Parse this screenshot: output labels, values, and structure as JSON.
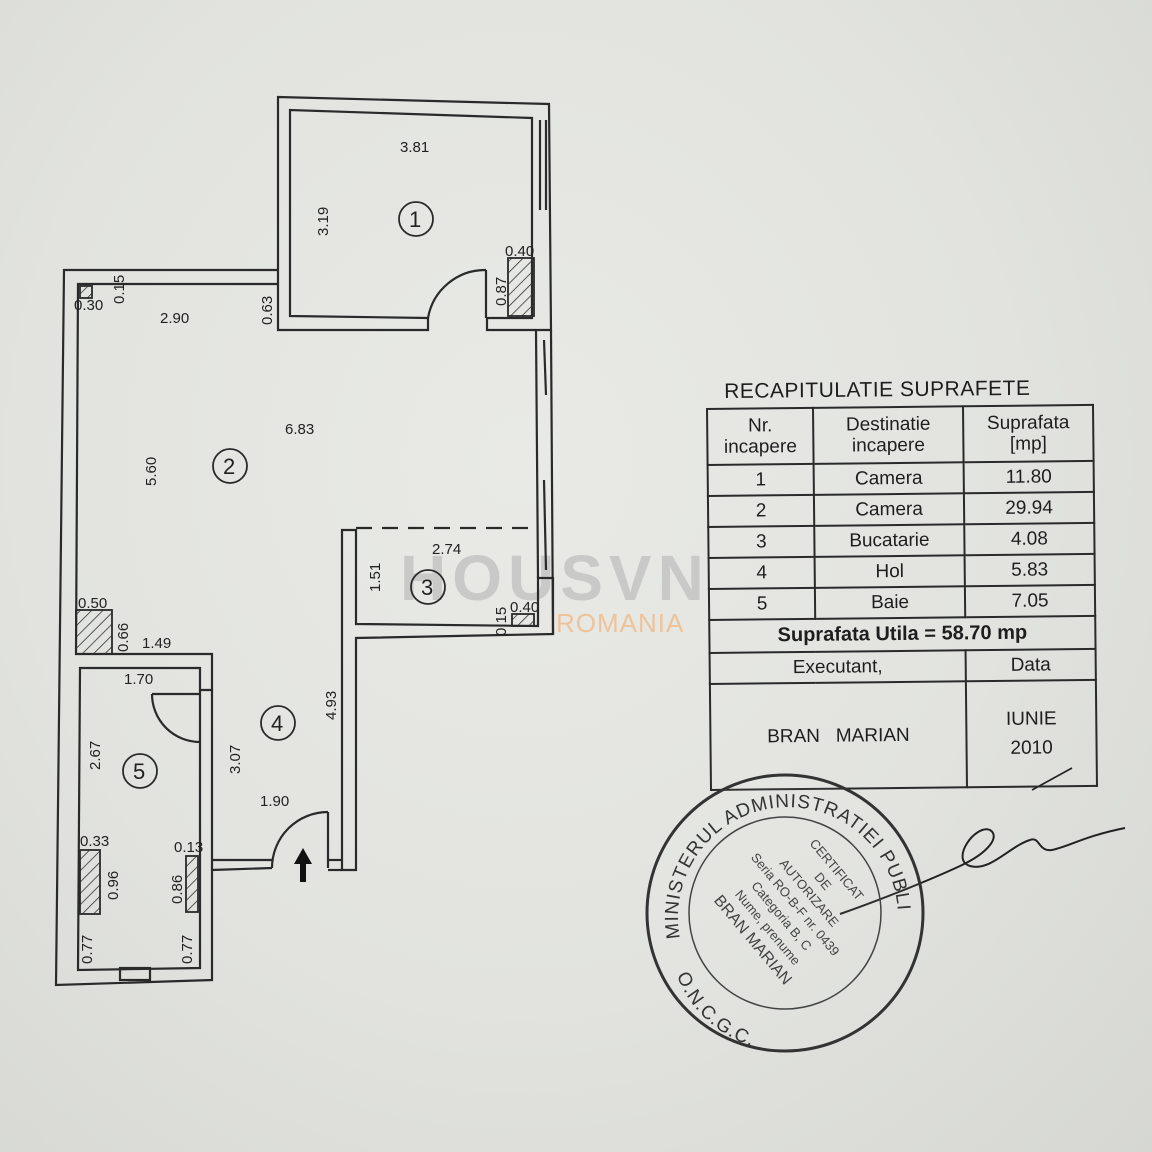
{
  "floor_plan": {
    "rooms": [
      {
        "number": "1"
      },
      {
        "number": "2"
      },
      {
        "number": "3"
      },
      {
        "number": "4"
      },
      {
        "number": "5"
      }
    ],
    "dimensions": {
      "r1_width": "3.81",
      "r1_height": "3.19",
      "r1_window": "0.40",
      "r1_duct": "0.87",
      "r2_corner_a": "0.30",
      "r2_corner_b": "0.15",
      "r2_width_top": "2.90",
      "r2_wall": "0.63",
      "r2_length": "6.83",
      "r2_height": "5.60",
      "r2_duct_w": "0.50",
      "r2_duct_h": "0.66",
      "r2_bottom": "1.49",
      "r3_width": "2.74",
      "r3_height": "1.51",
      "r3_a": "0.15",
      "r3_b": "0.40",
      "hall_height": "4.93",
      "hall_inner": "3.07",
      "hall_bottom": "1.90",
      "bath_width": "1.70",
      "bath_height": "2.67",
      "bath_duct_a": "0.33",
      "bath_duct_b": "0.96",
      "bath_a": "0.13",
      "bath_b": "0.86",
      "bath_c": "0.77",
      "bath_d": "0.77"
    }
  },
  "watermark": {
    "brand": "HOUSVN",
    "sub": "ROMANIA"
  },
  "summary": {
    "title": "RECAPITULATIE SUPRAFETE",
    "headers": {
      "nr": "Nr. incapere",
      "dest": "Destinatie incapere",
      "area": "Suprafata [mp]"
    },
    "rows": [
      {
        "nr": "1",
        "dest": "Camera",
        "area": "11.80"
      },
      {
        "nr": "2",
        "dest": "Camera",
        "area": "29.94"
      },
      {
        "nr": "3",
        "dest": "Bucatarie",
        "area": "4.08"
      },
      {
        "nr": "4",
        "dest": "Hol",
        "area": "5.83"
      },
      {
        "nr": "5",
        "dest": "Baie",
        "area": "7.05"
      }
    ],
    "total": "Suprafata Utila = 58.70 mp",
    "executant_label": "Executant,",
    "data_label": "Data",
    "executant_name": "BRAN   MARIAN",
    "date_month": "IUNIE",
    "date_year": "2010"
  },
  "stamp": {
    "ring_text": "MINISTERUL ADMINISTRATIEI PUBLICE",
    "bottom_text": "O.N.C.G.C.",
    "inner_lines": [
      "CERTIFICAT",
      "DE",
      "AUTORIZARE",
      "Seria RO-B-F nr. 0439",
      "Categoria B, C",
      "Nume, prenume",
      "BRAN MARIAN"
    ]
  }
}
